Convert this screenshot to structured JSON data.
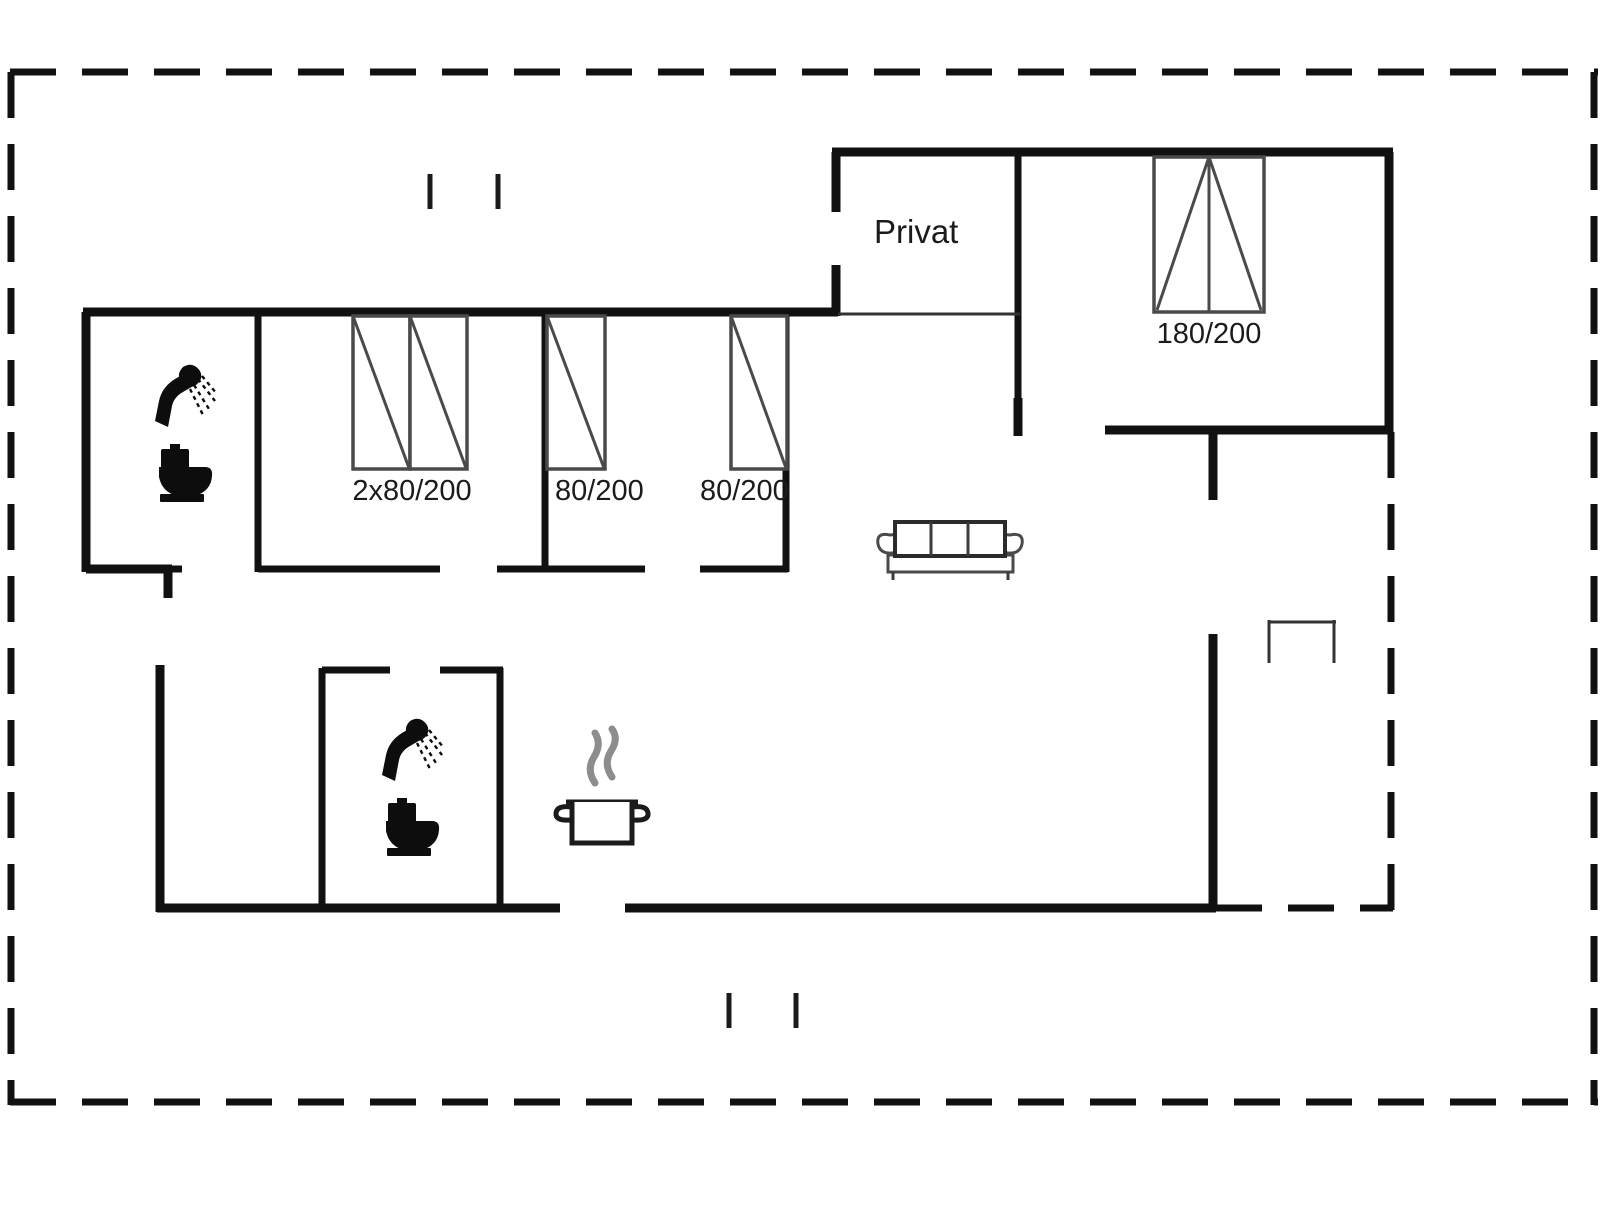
{
  "document": {
    "type": "floor-plan",
    "title": "Holiday house floor plan",
    "background_color": "#ffffff",
    "line_color": "#111111"
  },
  "labels": {
    "private_room": "Privat",
    "bed_double_main": "180/200",
    "bed_twin_pair": "2x80/200",
    "bed_single_mid": "80/200",
    "bed_single_right": "80/200"
  },
  "icons": {
    "bathroom_upper": "shower-toilet-icon",
    "bathroom_lower": "shower-toilet-icon",
    "living_sofa": "sofa-icon",
    "kitchen_pot": "cooking-pot-icon"
  },
  "rooms": [
    {
      "name": "private-room",
      "label": "Privat"
    },
    {
      "name": "bedroom-double",
      "label": "180/200"
    },
    {
      "name": "bedroom-twin",
      "label": "2x80/200"
    },
    {
      "name": "bedroom-single-middle",
      "label": "80/200"
    },
    {
      "name": "bedroom-single-right",
      "label": "80/200"
    },
    {
      "name": "bathroom-upper-left",
      "label": ""
    },
    {
      "name": "bathroom-lower-left",
      "label": ""
    },
    {
      "name": "living-room",
      "label": ""
    },
    {
      "name": "kitchen",
      "label": ""
    },
    {
      "name": "terrace",
      "label": ""
    }
  ],
  "legend": {
    "outer_boundary_style": "dashed",
    "wall_style": "solid"
  }
}
